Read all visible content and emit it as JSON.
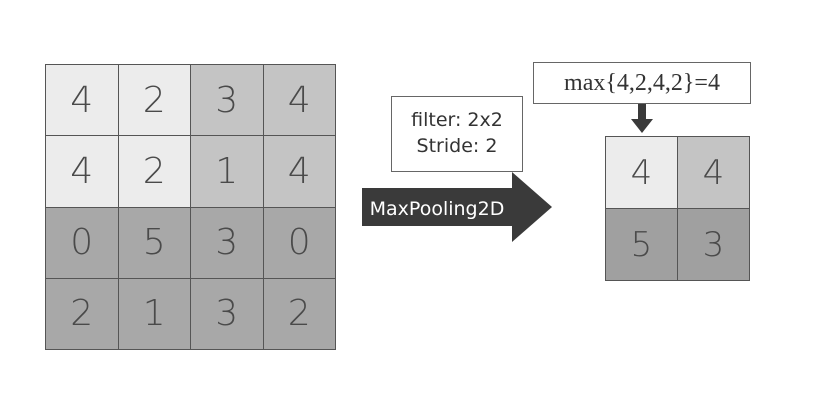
{
  "input_matrix": {
    "rows": [
      [
        "4",
        "2",
        "3",
        "4"
      ],
      [
        "4",
        "2",
        "1",
        "4"
      ],
      [
        "0",
        "5",
        "3",
        "0"
      ],
      [
        "2",
        "1",
        "3",
        "2"
      ]
    ]
  },
  "filter_box": {
    "line1": "filter: 2x2",
    "line2": "Stride: 2"
  },
  "operation_arrow": {
    "label": "MaxPooling2D"
  },
  "max_annotation": {
    "text": "max{4,2,4,2}=4"
  },
  "output_matrix": {
    "rows": [
      [
        "4",
        "4"
      ],
      [
        "5",
        "3"
      ]
    ]
  },
  "colors": {
    "highlight_cell": "#ececec",
    "top_right_block": "#c4c4c4",
    "bottom_blocks": "#a8a8a8",
    "arrow_fill": "#3a3a3a",
    "text": "#4a4a4a"
  }
}
